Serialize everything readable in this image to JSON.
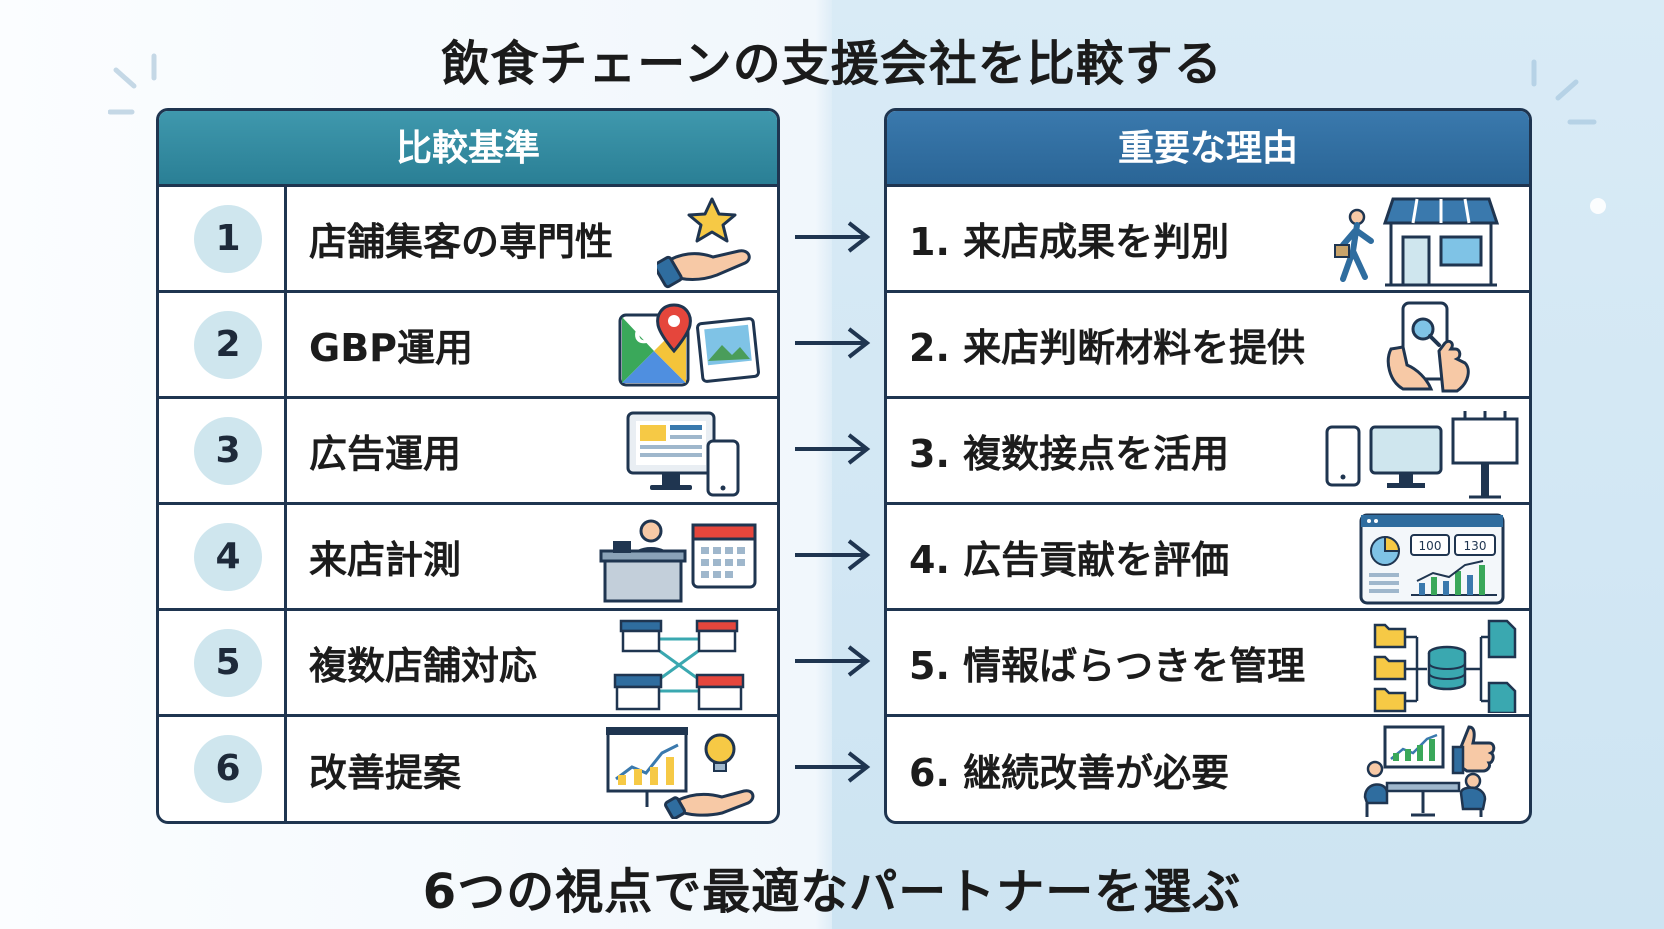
{
  "title": "飲食チェーンの支援会社を比較する",
  "footer": "6つの視点で最適なパートナーを選ぶ",
  "left_panel": {
    "header": "比較基準",
    "items": [
      {
        "num": "1",
        "label": "店舗集客の専門性",
        "icon": "hand-star-icon"
      },
      {
        "num": "2",
        "label": "GBP運用",
        "icon": "map-pin-photo-icon"
      },
      {
        "num": "3",
        "label": "広告運用",
        "icon": "monitor-phone-icon"
      },
      {
        "num": "4",
        "label": "来店計測",
        "icon": "reception-calendar-icon"
      },
      {
        "num": "5",
        "label": "複数店舗対応",
        "icon": "stores-network-icon"
      },
      {
        "num": "6",
        "label": "改善提案",
        "icon": "chart-lightbulb-icon"
      }
    ]
  },
  "right_panel": {
    "header": "重要な理由",
    "items": [
      {
        "label": "1. 来店成果を判別",
        "icon": "walker-store-icon"
      },
      {
        "label": "2. 来店判断材料を提供",
        "icon": "phone-search-icon"
      },
      {
        "label": "3. 複数接点を活用",
        "icon": "devices-billboard-icon"
      },
      {
        "label": "4. 広告貢献を評価",
        "icon": "dashboard-icon",
        "dashboard_values": [
          "100",
          "130"
        ]
      },
      {
        "label": "5. 情報ばらつきを管理",
        "icon": "folders-database-icon"
      },
      {
        "label": "6. 継続改善が必要",
        "icon": "meeting-thumbsup-icon"
      }
    ]
  },
  "colors": {
    "left_header": "#2f8aa0",
    "right_header": "#2f6d9f",
    "border": "#1f3550",
    "number_circle": "#cfe6ee",
    "arrow": "#1f3550"
  }
}
